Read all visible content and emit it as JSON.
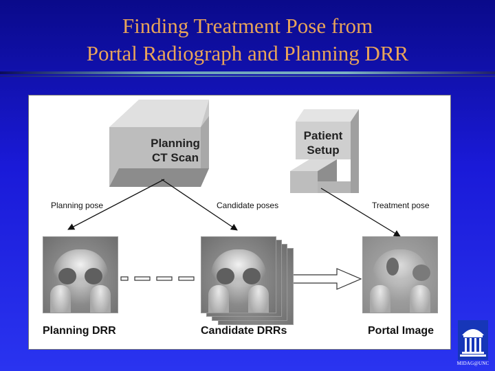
{
  "slide": {
    "title_line1": "Finding Treatment Pose from",
    "title_line2": "Portal Radiograph and Planning DRR"
  },
  "diagram": {
    "ct_box_line1": "Planning",
    "ct_box_line2": "CT Scan",
    "setup_line1": "Patient",
    "setup_line2": "Setup",
    "arrow_labels": {
      "planning_pose": "Planning pose",
      "candidate_poses": "Candidate poses",
      "treatment_pose": "Treatment pose"
    },
    "image_labels": {
      "planning_drr": "Planning DRR",
      "candidate_drrs": "Candidate DRRs",
      "portal_image": "Portal Image"
    }
  },
  "logo": {
    "caption": "MIDAG@UNC",
    "icon": "old-well-icon"
  },
  "colors": {
    "title": "#e8a45a",
    "background": "#1a1ad8",
    "figure_bg": "#ffffff"
  }
}
